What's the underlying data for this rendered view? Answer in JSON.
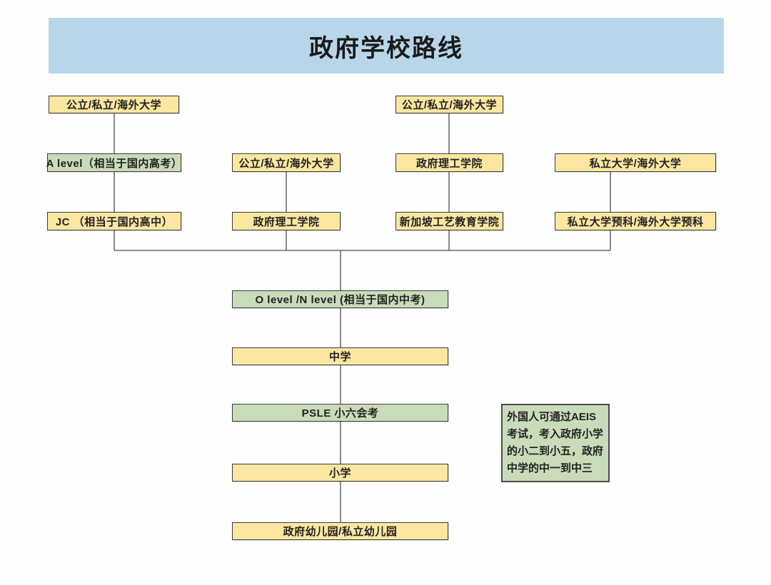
{
  "title": "政府学校路线",
  "colors": {
    "banner_blue": "#b8d6e9",
    "node_yellow": "#fbe7a2",
    "node_green": "#c9dcba",
    "node_border": "#3d3d3d",
    "connector_line": "#4d4d4d"
  },
  "nodes": {
    "r1b1": "公立/私立/海外大学",
    "r1b2": "公立/私立/海外大学",
    "r2b1": "A level（相当于国内高考）",
    "r2b2": "公立/私立/海外大学",
    "r2b3": "政府理工学院",
    "r2b4": "私立大学/海外大学",
    "r3b1": "JC （相当于国内高中）",
    "r3b2": "政府理工学院",
    "r3b3": "新加坡工艺教育学院",
    "r3b4": "私立大学预科/海外大学预科",
    "exam_olevel": "O level /N level (相当于国内中考)",
    "secondary": "中学",
    "exam_psle": "PSLE 小六会考",
    "primary": "小学",
    "kindergarten": "政府幼儿园/私立幼儿园"
  },
  "note": {
    "text": "外国人可通过AEIS考试，考入政府小学的小二到小五，政府中学的中一到中三"
  }
}
